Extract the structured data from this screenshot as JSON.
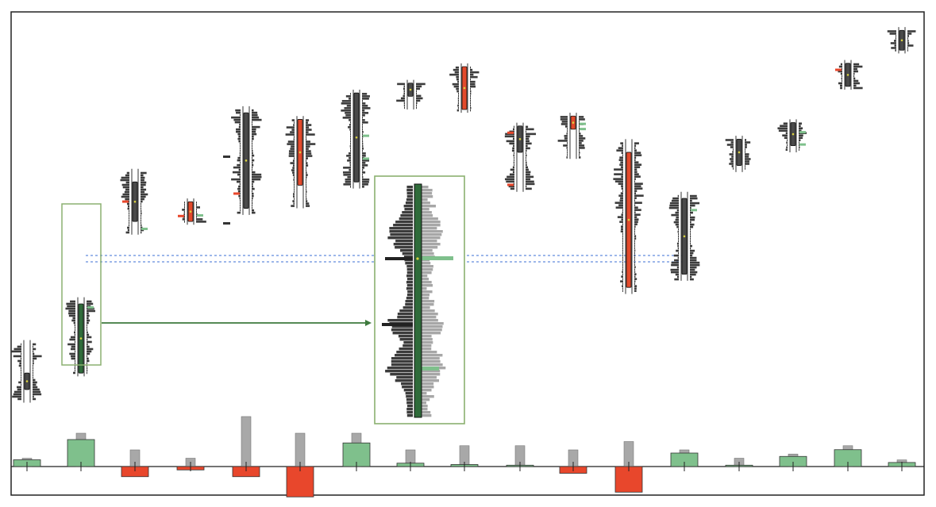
{
  "chart_data": {
    "type": "bar",
    "title": "",
    "xlabel": "",
    "ylabel": "",
    "grid": false,
    "legend": "none",
    "price_axis": {
      "min": 0,
      "max": 100,
      "direction": "up"
    },
    "colors": {
      "bull": "#2f6b3a",
      "bull_light": "#7fc08c",
      "bear": "#e24a2c",
      "neutral": "#4a4a4a",
      "volume_profile": "#3c3c3c",
      "volume_profile_light": "#8a8a8a",
      "delta_positive": "#7fc08c",
      "delta_negative": "#e8472c",
      "volume_bar": "#a8a8a8",
      "marker_yellow": "#d8d040",
      "link_dashed": "#3b6fd6",
      "link_arrow": "#3d7a3d",
      "frame": "#222222",
      "highlight_box": "#8bb070"
    },
    "candles": [
      {
        "index": 1,
        "open": 10,
        "close": 5,
        "high": 20,
        "low": 1,
        "direction": "neutral"
      },
      {
        "index": 2,
        "open": 31,
        "close": 10,
        "high": 33,
        "low": 9,
        "direction": "bull"
      },
      {
        "index": 3,
        "open": 68,
        "close": 56,
        "high": 72,
        "low": 52,
        "direction": "neutral"
      },
      {
        "index": 4,
        "open": 62,
        "close": 56,
        "high": 63,
        "low": 55,
        "direction": "bear"
      },
      {
        "index": 5,
        "open": 89,
        "close": 60,
        "high": 91,
        "low": 58,
        "direction": "neutral"
      },
      {
        "index": 6,
        "open": 87,
        "close": 67,
        "high": 88,
        "low": 60,
        "direction": "bear"
      },
      {
        "index": 7,
        "open": 95,
        "close": 68,
        "high": 96,
        "low": 66,
        "direction": "neutral"
      },
      {
        "index": 8,
        "open": 98,
        "close": 94,
        "high": 99,
        "low": 90,
        "direction": "neutral"
      },
      {
        "index": 9,
        "open": 103,
        "close": 90,
        "high": 104,
        "low": 89,
        "direction": "bear"
      },
      {
        "index": 10,
        "open": 85,
        "close": 77,
        "high": 86,
        "low": 65,
        "direction": "neutral"
      },
      {
        "index": 11,
        "open": 88,
        "close": 84,
        "high": 89,
        "low": 75,
        "direction": "bear"
      },
      {
        "index": 12,
        "open": 77,
        "close": 36,
        "high": 81,
        "low": 34,
        "direction": "bear"
      },
      {
        "index": 13,
        "open": 63,
        "close": 40,
        "high": 65,
        "low": 38,
        "direction": "neutral"
      },
      {
        "index": 14,
        "open": 81,
        "close": 73,
        "high": 82,
        "low": 71,
        "direction": "neutral"
      },
      {
        "index": 15,
        "open": 86,
        "close": 79,
        "high": 87,
        "low": 77,
        "direction": "neutral"
      },
      {
        "index": 16,
        "open": 104,
        "close": 97,
        "high": 105,
        "low": 96,
        "direction": "neutral"
      },
      {
        "index": 17,
        "open": 114,
        "close": 108,
        "high": 115,
        "low": 107,
        "direction": "neutral"
      }
    ],
    "volume_delta": [
      {
        "index": 1,
        "volume": 1,
        "delta": 1
      },
      {
        "index": 2,
        "volume": 4,
        "delta": 4
      },
      {
        "index": 3,
        "volume": 2,
        "delta": -1.5
      },
      {
        "index": 4,
        "volume": 1,
        "delta": -0.5
      },
      {
        "index": 5,
        "volume": 6,
        "delta": -1.5
      },
      {
        "index": 6,
        "volume": 4,
        "delta": -4.5
      },
      {
        "index": 7,
        "volume": 4,
        "delta": 3.5
      },
      {
        "index": 8,
        "volume": 2,
        "delta": 0.5
      },
      {
        "index": 9,
        "volume": 2.5,
        "delta": 0.3
      },
      {
        "index": 10,
        "volume": 2.5,
        "delta": 0.2
      },
      {
        "index": 11,
        "volume": 2,
        "delta": -1
      },
      {
        "index": 12,
        "volume": 3,
        "delta": -3.8
      },
      {
        "index": 13,
        "volume": 2,
        "delta": 2
      },
      {
        "index": 14,
        "volume": 1,
        "delta": 0.2
      },
      {
        "index": 15,
        "volume": 1.5,
        "delta": 1.5
      },
      {
        "index": 16,
        "volume": 2.5,
        "delta": 2.5
      },
      {
        "index": 17,
        "volume": 0.8,
        "delta": 0.6
      }
    ],
    "links": [
      {
        "style": "dashed",
        "from_candle": 2,
        "to_candle": 13,
        "price": 34
      },
      {
        "style": "arrow",
        "from_candle": 2,
        "to_candle": 7,
        "price": 20,
        "target": "zoom-panel"
      }
    ],
    "highlight": {
      "candle": 2,
      "zoomed": true
    }
  }
}
